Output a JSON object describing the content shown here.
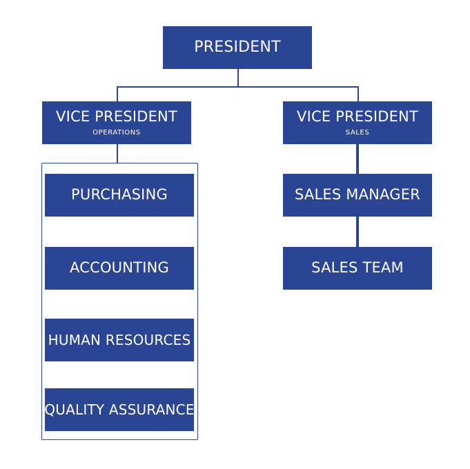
{
  "org_chart": {
    "president": {
      "title": "PRESIDENT"
    },
    "vp_operations": {
      "title": "VICE PRESIDENT",
      "subtitle": "OPERATIONS"
    },
    "vp_sales": {
      "title": "VICE PRESIDENT",
      "subtitle": "SALES"
    },
    "operations_departments": [
      {
        "title": "PURCHASING"
      },
      {
        "title": "ACCOUNTING"
      },
      {
        "title": "HUMAN RESOURCES"
      },
      {
        "title": "QUALITY ASSURANCE"
      }
    ],
    "sales_departments": [
      {
        "title": "SALES MANAGER"
      },
      {
        "title": "SALES TEAM"
      }
    ]
  },
  "colors": {
    "box_fill": "#2a4594",
    "box_text": "#ffffff",
    "connector": "#2a4594",
    "background": "#ffffff"
  }
}
